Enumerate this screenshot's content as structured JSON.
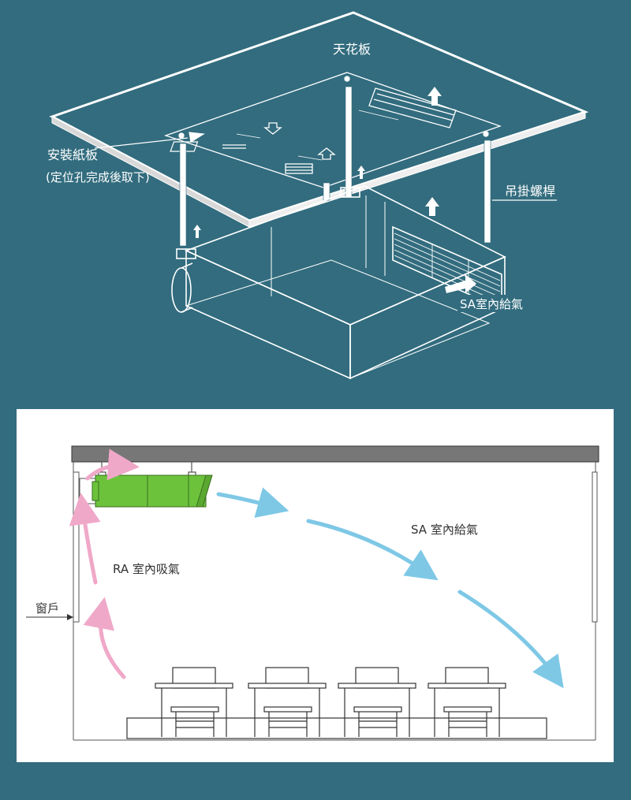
{
  "top": {
    "ceiling_label": "天花板",
    "template_label_1": "安裝紙板",
    "template_label_2": "(定位孔完成後取下)",
    "rod_label": "吊掛螺桿",
    "sa_label": "SA室內給氣"
  },
  "bottom": {
    "window_label": "窗戶",
    "ra_label": "RA 室內吸氣",
    "sa_label": "SA 室內給氣"
  },
  "colors": {
    "background": "#326c7e",
    "line": "#ffffff",
    "unit_green": "#6cc33b",
    "ra_arrow": "#f0a8c8",
    "sa_arrow": "#7ec8e6",
    "ceiling_gray": "#777777"
  }
}
